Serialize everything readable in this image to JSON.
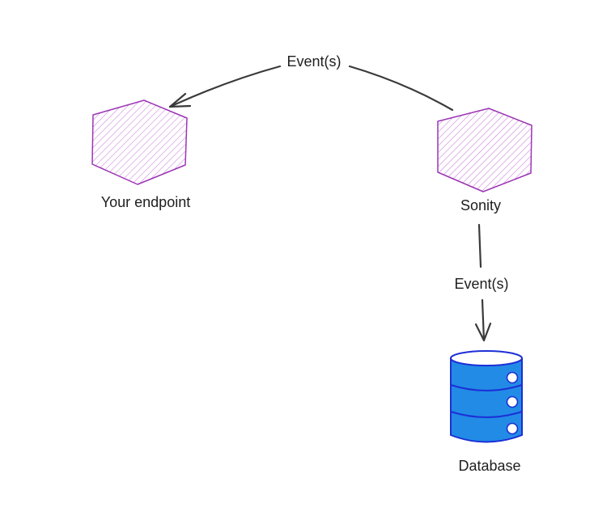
{
  "nodes": {
    "your_endpoint": {
      "label": "Your endpoint",
      "icon": "hexagon-icon",
      "color": "#9c36b5"
    },
    "sonity": {
      "label": "Sonity",
      "icon": "hexagon-icon",
      "color": "#9c36b5"
    },
    "database": {
      "label": "Database",
      "icon": "database-icon",
      "color": "#228be6",
      "stroke": "#1c2fd6"
    }
  },
  "edges": {
    "sonity_to_endpoint": {
      "label": "Event(s)"
    },
    "sonity_to_database": {
      "label": "Event(s)"
    }
  },
  "colors": {
    "arrow": "#3a3a3a",
    "text": "#1e1e1e",
    "background": "#ffffff"
  }
}
